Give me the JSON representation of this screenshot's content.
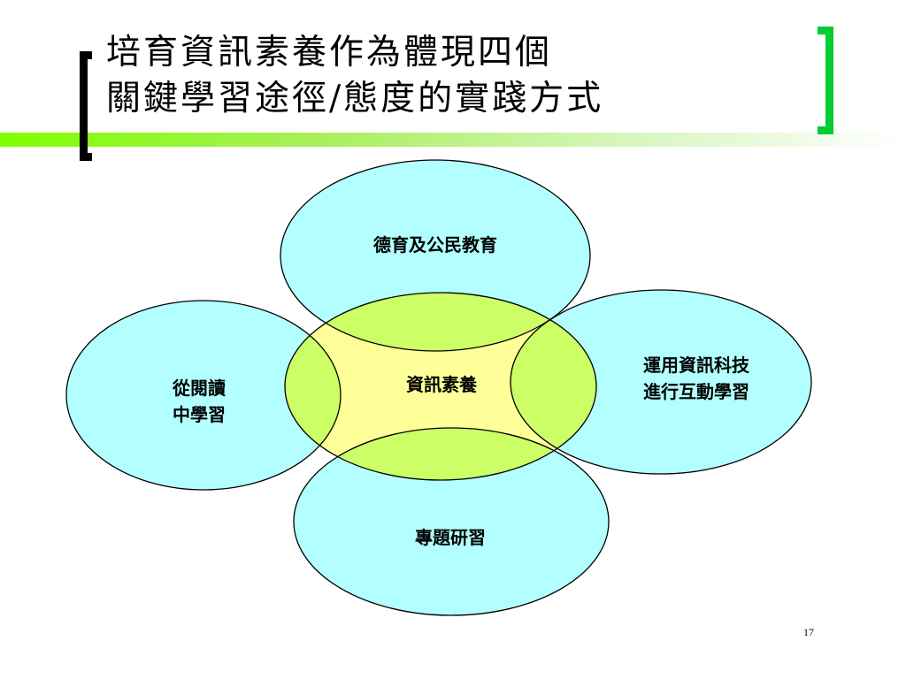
{
  "slide": {
    "title_line1": "培育資訊素養作為體現四個",
    "title_line2": "關鍵學習途徑/態度的實踐方式",
    "page_number": "17"
  },
  "diagram": {
    "center": "資訊素養",
    "top": "德育及公民教育",
    "left_line1": "從閱讀",
    "left_line2": "中學習",
    "right_line1": "運用資訊科技",
    "right_line2": "進行互動學習",
    "bottom": "專題研習"
  },
  "colors": {
    "outer_fill": "#b3ffff",
    "overlap_fill": "#ccff66",
    "center_fill": "#ffff99",
    "rule_green": "#7fff00",
    "bracket_green": "#00cc33"
  }
}
